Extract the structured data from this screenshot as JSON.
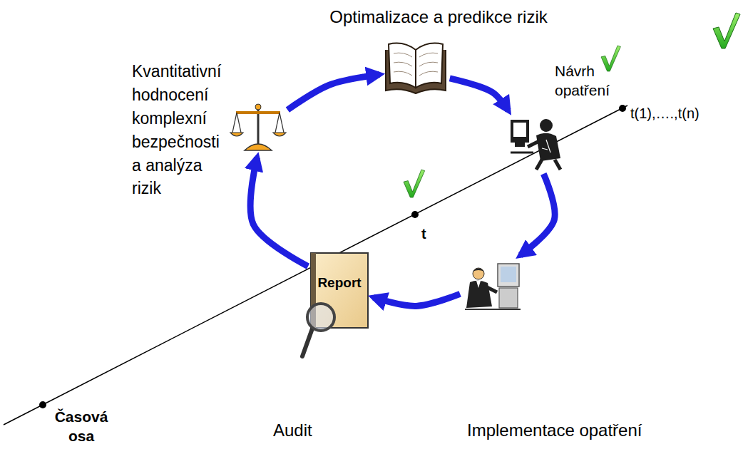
{
  "diagram": {
    "nodes": [
      {
        "text": [
          "Optimalizace a predikce rizik"
        ]
      },
      {
        "text": [
          "Návrh opatření"
        ]
      },
      {
        "text": [
          "Kvantitativní hodnocení komplexní bezpečnosti a analýza rizik"
        ]
      },
      {
        "text": [
          "Report",
          "Audit"
        ]
      },
      {
        "text": [
          "Implementace opatření"
        ]
      }
    ],
    "edges": [
      {
        "from": 2,
        "to": 0,
        "arrow": "to"
      },
      {
        "from": 0,
        "to": 1,
        "arrow": "to"
      },
      {
        "from": 1,
        "to": 4,
        "arrow": "to"
      },
      {
        "from": 4,
        "to": 3,
        "arrow": "to"
      },
      {
        "from": 3,
        "to": 2,
        "arrow": "to"
      }
    ],
    "labels": [
      "t(1),….,t(n)",
      "t",
      "Časová osa"
    ]
  }
}
